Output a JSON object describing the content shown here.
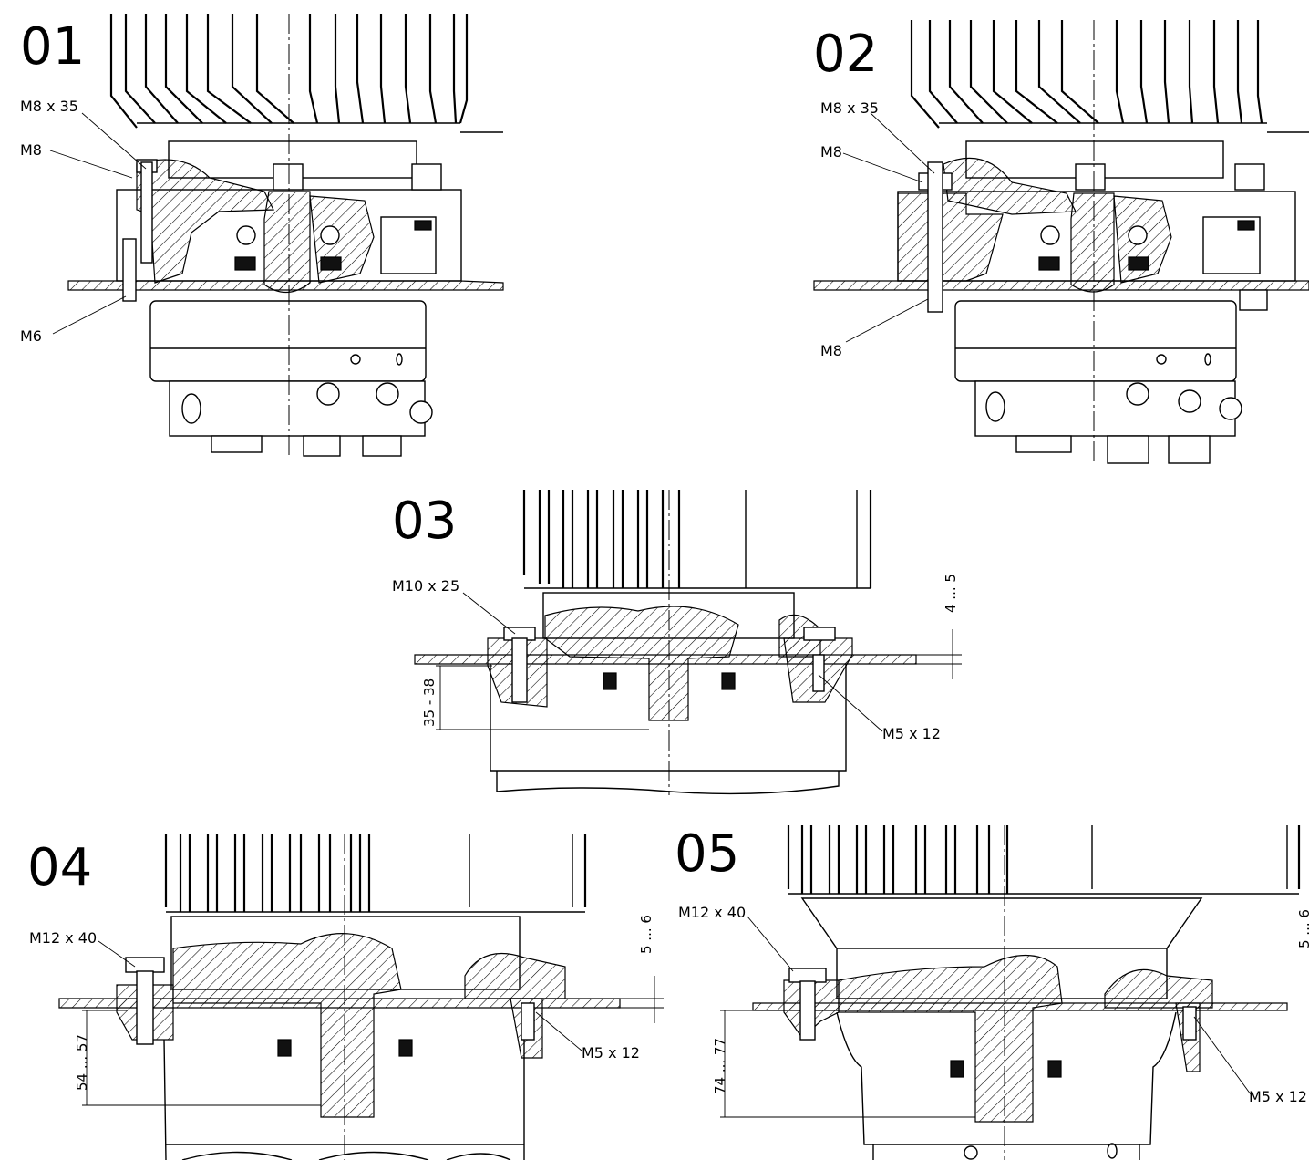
{
  "figures": [
    {
      "number": "01",
      "labels": [
        "M8 x 35",
        "M8",
        "M6"
      ]
    },
    {
      "number": "02",
      "labels": [
        "M8 x 35",
        "M8",
        "M8"
      ]
    },
    {
      "number": "03",
      "labels": [
        "M10 x 25",
        "M5 x 12"
      ],
      "dimensions": [
        "4 ... 5",
        "35 - 38"
      ]
    },
    {
      "number": "04",
      "labels": [
        "M12 x 40",
        "M5 x 12"
      ],
      "dimensions": [
        "5 ... 6",
        "54 ... 57"
      ]
    },
    {
      "number": "05",
      "labels": [
        "M12 x 40",
        "M5 x 12"
      ],
      "dimensions": [
        "5 ... 6",
        "74 ... 77"
      ]
    }
  ]
}
